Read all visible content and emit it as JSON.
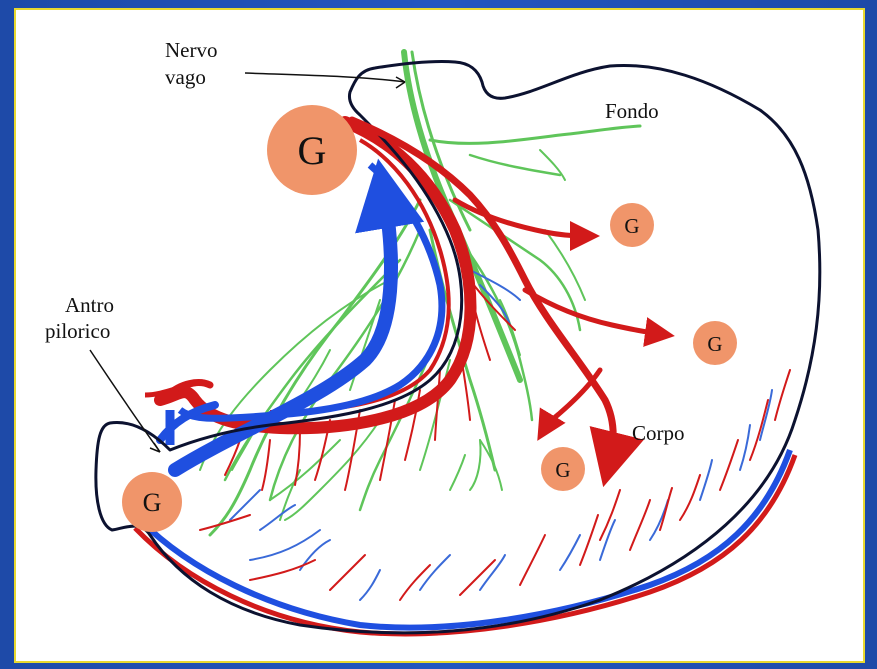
{
  "labels": {
    "nervo_line1": "Nervo",
    "nervo_line2": "vago",
    "fondo": "Fondo",
    "antro_line1": "Antro",
    "antro_line2": "pilorico",
    "corpo": "Corpo"
  },
  "gland_label": "G",
  "colors": {
    "outline": "#0c1230",
    "artery": "#d21a1a",
    "vein": "#1f4fe0",
    "nerve": "#5fc55a",
    "gland": "#f0956a",
    "frame": "#2356c0",
    "border": "#e8d830"
  }
}
